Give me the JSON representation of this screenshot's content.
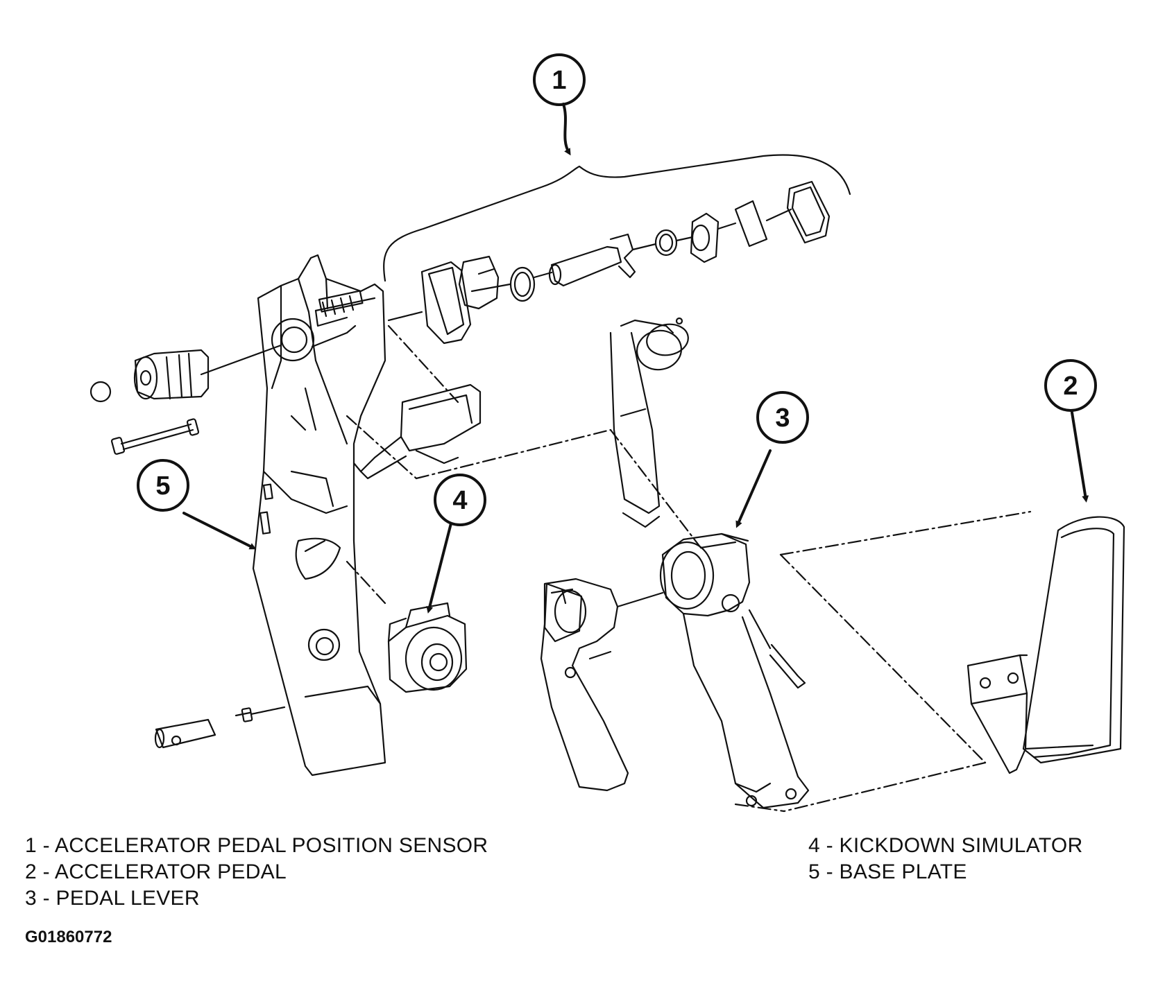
{
  "callouts": {
    "c1": "1",
    "c2": "2",
    "c3": "3",
    "c4": "4",
    "c5": "5"
  },
  "legend": {
    "left": [
      "1 - ACCELERATOR PEDAL POSITION SENSOR",
      "2 - ACCELERATOR PEDAL",
      "3 - PEDAL LEVER"
    ],
    "right": [
      "4 - KICKDOWN SIMULATOR",
      "5 - BASE PLATE"
    ]
  },
  "figure_id": "G01860772",
  "colors": {
    "ink": "#111111",
    "background": "#ffffff"
  }
}
